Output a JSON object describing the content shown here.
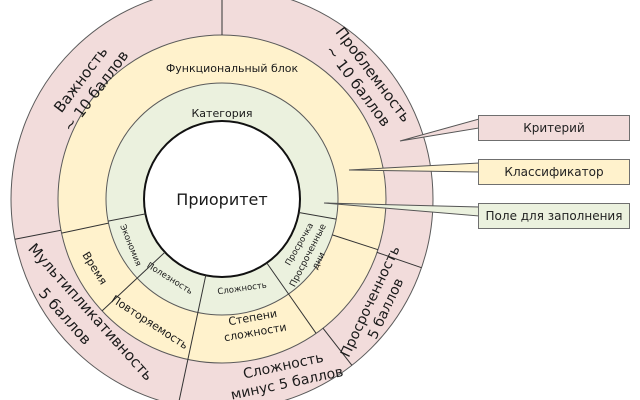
{
  "colors": {
    "criterion": "#f2dcdb",
    "classifier": "#fff2cc",
    "field": "#ebf1de",
    "center": "#ffffff",
    "stroke": "#5a5a5a"
  },
  "center_label": "Приоритет",
  "rings": {
    "field": {
      "label": "Категория",
      "segments": [
        "Экономия",
        "Полезность",
        "Сложность",
        "Просрочка"
      ]
    },
    "classifier": {
      "label": "Функциональный блок",
      "segments": [
        "Время",
        "Повторяемость",
        "Степени сложности",
        "Просроченные дни"
      ]
    },
    "criterion": {
      "segments": [
        {
          "title": "Важность",
          "score": "~ 10 баллов"
        },
        {
          "title": "Проблемность",
          "score": "~ 10 баллов"
        },
        {
          "title": "Мультипликативность",
          "score": "5 баллов"
        },
        {
          "title": "Сложность",
          "score": "минус 5 баллов"
        },
        {
          "title": "Просроченность",
          "score": "5 баллов"
        }
      ]
    }
  },
  "legend": [
    {
      "label": "Критерий",
      "kind": "criterion"
    },
    {
      "label": "Классификатор",
      "kind": "classifier"
    },
    {
      "label": "Поле для заполнения",
      "kind": "field"
    }
  ]
}
